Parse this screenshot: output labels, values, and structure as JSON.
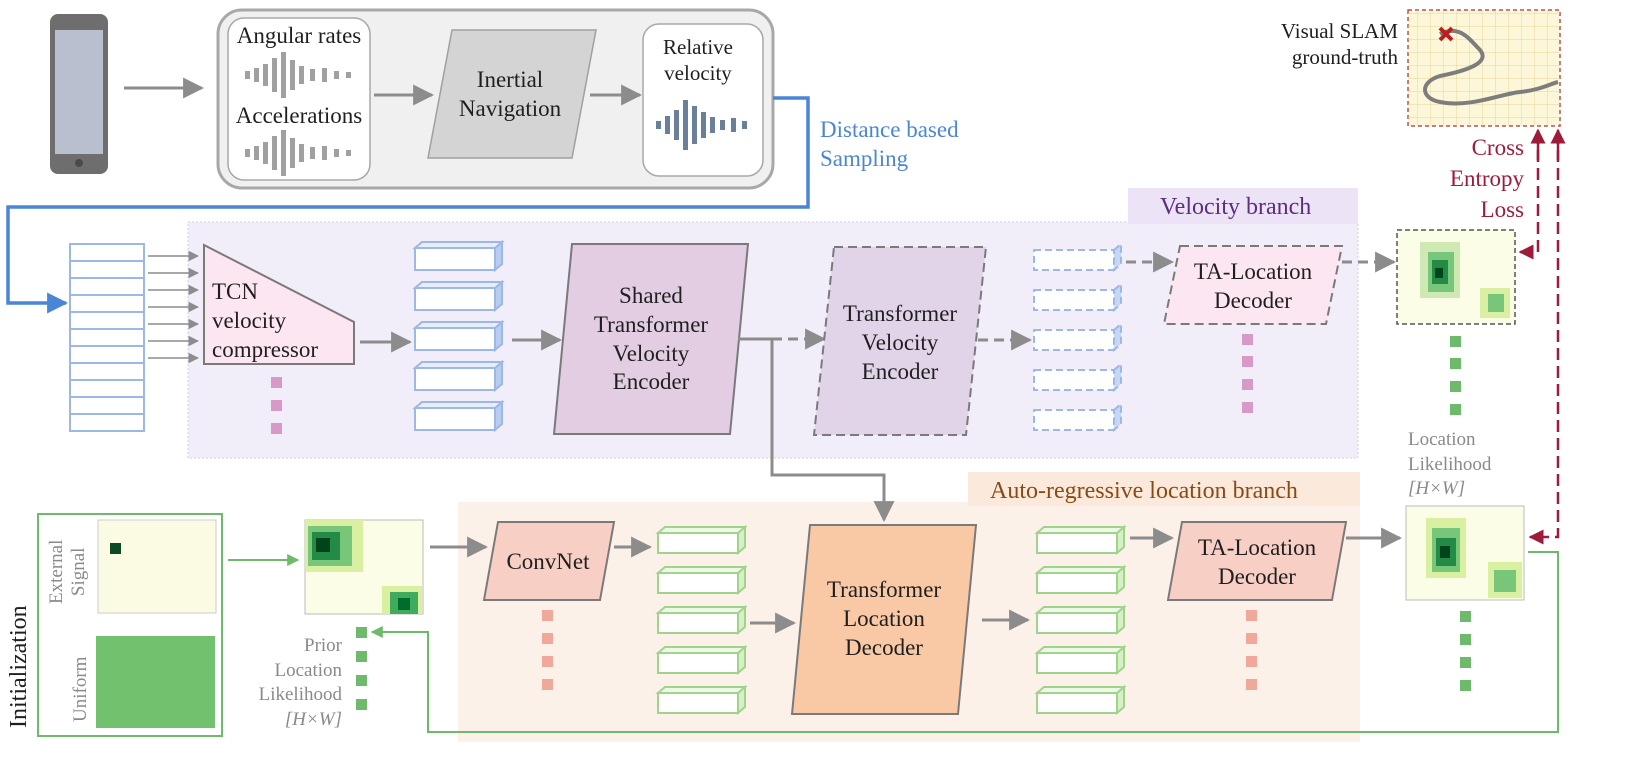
{
  "labels": {
    "angular_rates": "Angular rates",
    "accelerations": "Accelerations",
    "inertial_nav_line1": "Inertial",
    "inertial_nav_line2": "Navigation",
    "relative_vel_line1": "Relative",
    "relative_vel_line2": "velocity",
    "distance_line1": "Distance based",
    "distance_line2": "Sampling",
    "velocity_branch": "Velocity branch",
    "tcn_line1": "TCN",
    "tcn_line2": "velocity",
    "tcn_line3": "compressor",
    "shared_line1": "Shared",
    "shared_line2": "Transformer",
    "shared_line3": "Velocity",
    "shared_line4": "Encoder",
    "tve_line1": "Transformer",
    "tve_line2": "Velocity",
    "tve_line3": "Encoder",
    "ta_top_line1": "TA-Location",
    "ta_top_line2": "Decoder",
    "slam_line1": "Visual SLAM",
    "slam_line2": "ground-truth",
    "ce_line1": "Cross",
    "ce_line2": "Entropy",
    "ce_line3": "Loss",
    "loc_like_line1": "Location",
    "loc_like_line2": "Likelihood",
    "loc_like_line3": "[H×W]",
    "auto_branch": "Auto-regressive location branch",
    "convnet": "ConvNet",
    "tld_line1": "Transformer",
    "tld_line2": "Location",
    "tld_line3": "Decoder",
    "ta_bot_line1": "TA-Location",
    "ta_bot_line2": "Decoder",
    "prior_line1": "Prior",
    "prior_line2": "Location",
    "prior_line3": "Likelihood",
    "prior_line4": "[H×W]",
    "initialization": "Initialization",
    "ext_line1": "External",
    "ext_line2": "Signal",
    "uniform": "Uniform"
  },
  "colors": {
    "blue": "#4a86d6",
    "grey_arrow": "#8c8c8c",
    "purple_panel": "#f2eef9",
    "orange_panel": "#fcf1e9",
    "red_loss": "#9e1b3a",
    "green": "#6dba6a"
  },
  "icons": [
    "smartphone-icon",
    "signal-waveform-icon",
    "heatmap-icon",
    "trajectory-map-icon"
  ]
}
